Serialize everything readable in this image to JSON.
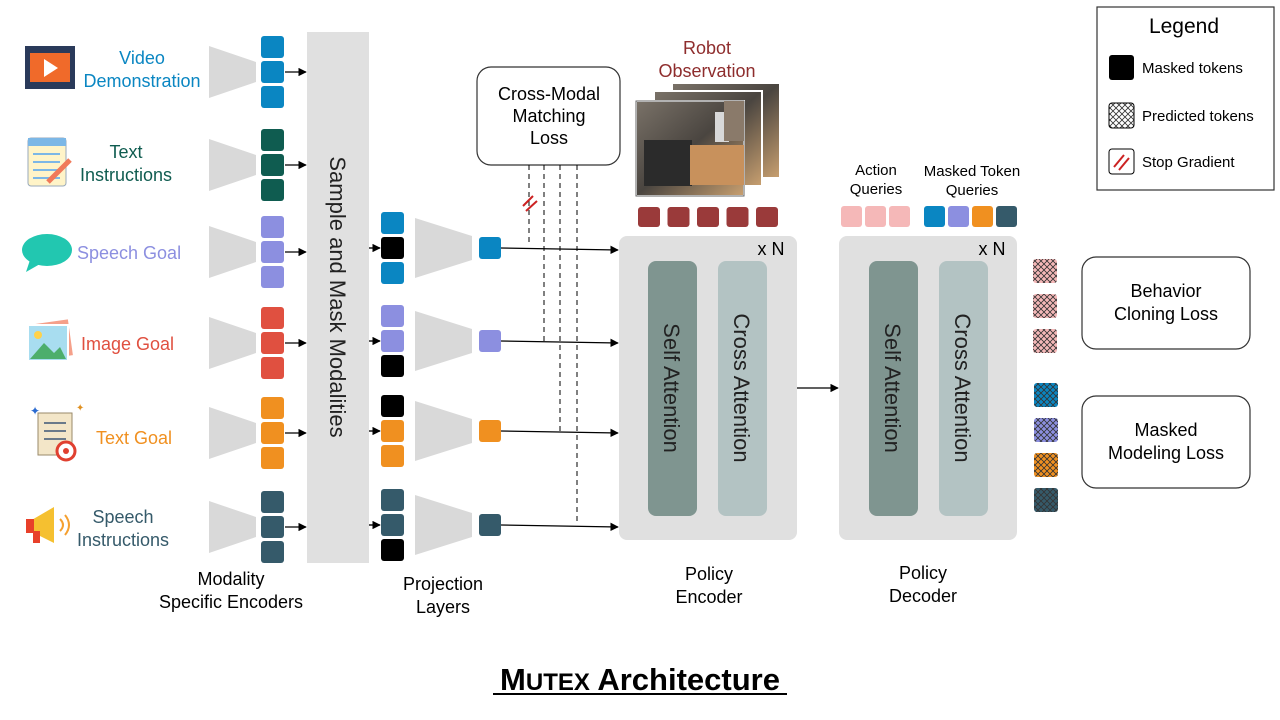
{
  "colors": {
    "video": "#0a86c2",
    "text_instr": "#0f5c50",
    "speech_goal": "#8c8fe0",
    "image_goal": "#e05040",
    "text_goal": "#f09020",
    "speech_instr": "#355a6a",
    "masked": "#000000",
    "robot_tok": "#9a3a3a",
    "action_query": "#f5b8b8",
    "block_gray": "#e0e0e0",
    "self_attn": "#7f9590",
    "cross_attn": "#b3c3c3",
    "stop_grad": "#cc2222"
  },
  "modalities": [
    {
      "id": "video",
      "label_lines": [
        "Video",
        "Demonstration"
      ],
      "color": "#0a86c2",
      "icon": "video-icon"
    },
    {
      "id": "text_instr",
      "label_lines": [
        "Text",
        "Instructions"
      ],
      "color": "#0f5c50",
      "icon": "notepad-icon"
    },
    {
      "id": "speech_goal",
      "label_lines": [
        "Speech Goal"
      ],
      "color": "#8c8fe0",
      "icon": "speech-bubble-icon"
    },
    {
      "id": "image_goal",
      "label_lines": [
        "Image Goal"
      ],
      "color": "#e05040",
      "icon": "image-icon"
    },
    {
      "id": "text_goal",
      "label_lines": [
        "Text Goal"
      ],
      "color": "#f09020",
      "icon": "target-document-icon"
    },
    {
      "id": "speech_instr",
      "label_lines": [
        "Speech",
        "Instructions"
      ],
      "color": "#355a6a",
      "icon": "megaphone-icon"
    }
  ],
  "projection_masks": [
    [
      false,
      true,
      false
    ],
    [
      false,
      false,
      true
    ],
    [
      true,
      false,
      false
    ],
    [
      true,
      false,
      false
    ],
    [
      false,
      false,
      true
    ]
  ],
  "sample_mask_label": "Sample and Mask Modalities",
  "modality_encoders_label": [
    "Modality",
    "Specific Encoders"
  ],
  "projection_layers_label": [
    "Projection",
    "Layers"
  ],
  "cross_modal_loss_label": [
    "Cross-Modal",
    "Matching",
    "Loss"
  ],
  "robot_observation_label": [
    "Robot",
    "Observation"
  ],
  "robot_token_count": 5,
  "policy_encoder": {
    "repeat": "x N",
    "self_attention": "Self Attention",
    "cross_attention": "Cross Attention",
    "label": [
      "Policy",
      "Encoder"
    ]
  },
  "policy_decoder": {
    "repeat": "x N",
    "self_attention": "Self Attention",
    "cross_attention": "Cross Attention",
    "label": [
      "Policy",
      "Decoder"
    ]
  },
  "action_queries_label": [
    "Action",
    "Queries"
  ],
  "masked_token_queries_label": [
    "Masked Token",
    "Queries"
  ],
  "masked_token_query_colors": [
    "#0a86c2",
    "#8c8fe0",
    "#f09020",
    "#355a6a"
  ],
  "behavior_cloning_loss": [
    "Behavior",
    "Cloning Loss"
  ],
  "masked_modeling_loss": [
    "Masked",
    "Modeling Loss"
  ],
  "legend": {
    "title": "Legend",
    "items": [
      "Masked tokens",
      "Predicted tokens",
      "Stop Gradient"
    ]
  },
  "title": {
    "part1": "M",
    "part2": "UTEX",
    "part3": " Architecture"
  }
}
